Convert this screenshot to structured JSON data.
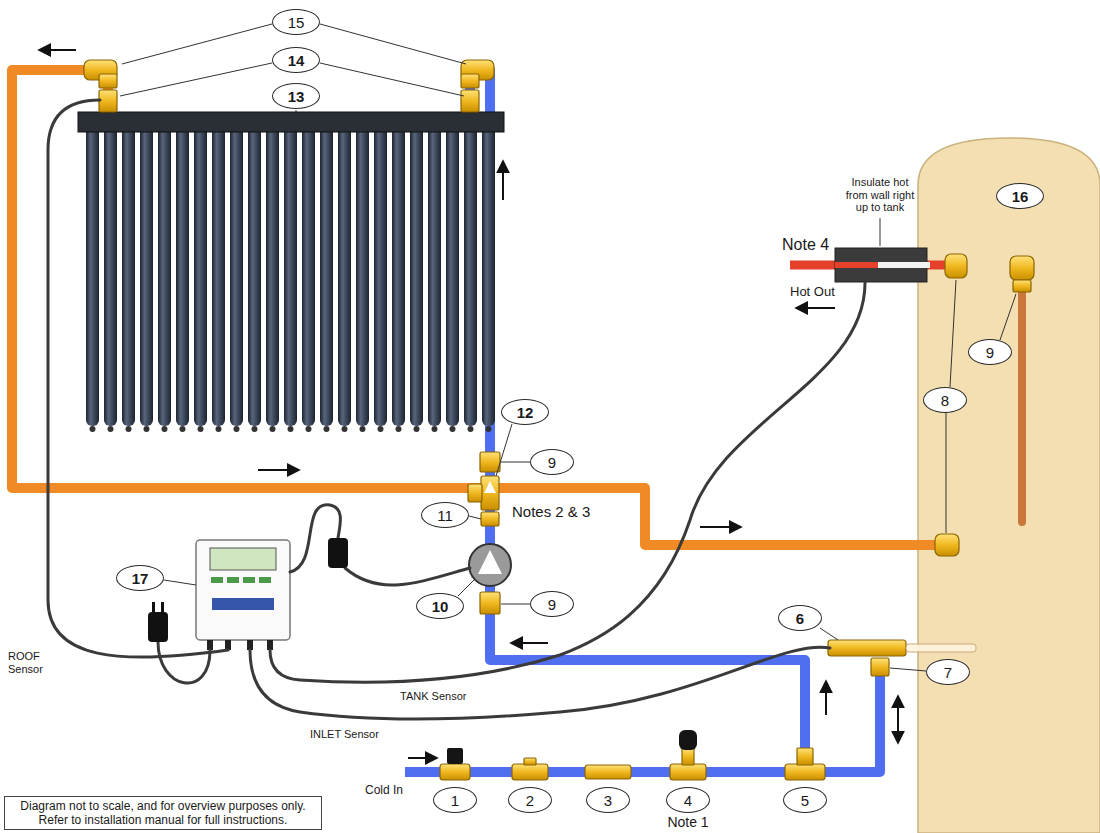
{
  "diagram": {
    "nodes": [
      {
        "text": [
          "Diagram not to scale, and for overview purposes only. Refer to installation manual for full instructions."
        ]
      }
    ],
    "labels": [
      "15",
      "14",
      "13",
      "16",
      "Insulate hot from wall right up to tank",
      "Note 4",
      "Hot Out",
      "9",
      "8",
      "12",
      "9",
      "11",
      "Notes 2 & 3",
      "17",
      "10",
      "9",
      "6",
      "7",
      "ROOF Sensor",
      "TANK Sensor",
      "INLET Sensor",
      "Cold In",
      "1",
      "2",
      "3",
      "4",
      "Note 1",
      "5"
    ]
  }
}
